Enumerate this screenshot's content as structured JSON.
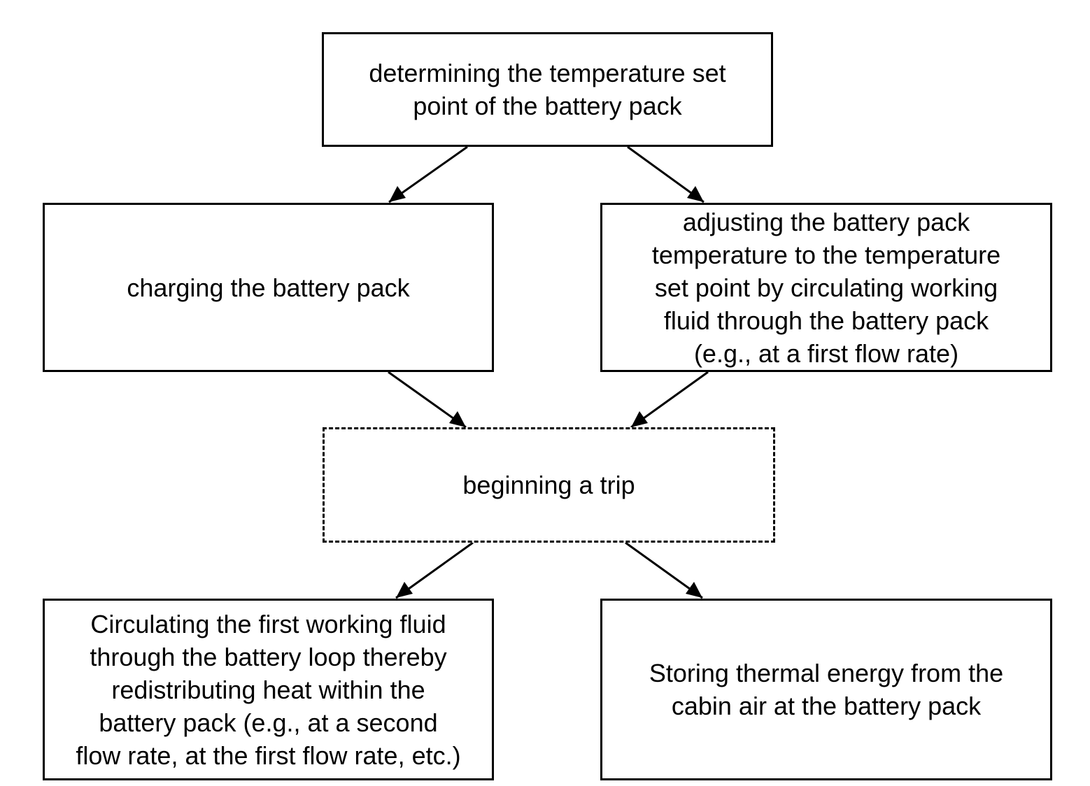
{
  "diagram": {
    "type": "flowchart",
    "nodes": [
      {
        "id": "determine",
        "text": "determining the temperature set\npoint of the battery pack",
        "style": "solid"
      },
      {
        "id": "charge",
        "text": "charging the battery pack",
        "style": "solid"
      },
      {
        "id": "adjust",
        "text": "adjusting the battery pack\ntemperature to the temperature\nset point by circulating working\nfluid through the battery pack\n(e.g., at a first flow rate)",
        "style": "solid"
      },
      {
        "id": "trip",
        "text": "beginning a trip",
        "style": "dashed"
      },
      {
        "id": "circulate",
        "text": "Circulating the first working fluid\nthrough the battery loop thereby\nredistributing heat within the\nbattery pack (e.g., at a second\nflow rate, at the first flow rate, etc.)",
        "style": "solid"
      },
      {
        "id": "store",
        "text": "Storing thermal energy from the\ncabin air at the battery pack",
        "style": "solid"
      }
    ],
    "edges": [
      {
        "from": "determine",
        "to": "charge"
      },
      {
        "from": "determine",
        "to": "adjust"
      },
      {
        "from": "charge",
        "to": "trip"
      },
      {
        "from": "adjust",
        "to": "trip"
      },
      {
        "from": "trip",
        "to": "circulate"
      },
      {
        "from": "trip",
        "to": "store"
      }
    ]
  }
}
